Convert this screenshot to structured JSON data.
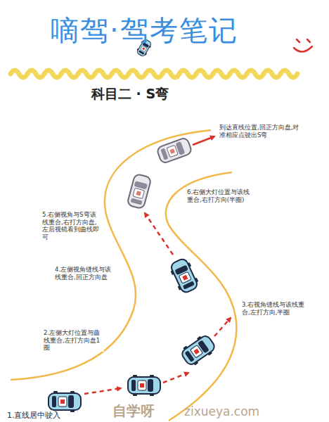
{
  "diagram": {
    "title": "嘀驾·驾考笔记",
    "labels": [
      "科目二 · S弯",
      "1.直线居中驶入",
      "2.左侧大灯位置与曲线重合,左打方向盘1圈",
      "3.右视角缝线与该线重合,左打方向,半圈",
      "4.左侧视角缝线与该线重合,回正方向盘",
      "5.右侧视角与S弯该线重合,右打方向盘,左后视镜看到曲线即可",
      "6.右侧大灯位置与该线重合,右打方向(半圈)",
      "到达直线位置,回正方向盘,对准相应点驶出S弯",
      "自学呀",
      "zixueya.com"
    ]
  }
}
